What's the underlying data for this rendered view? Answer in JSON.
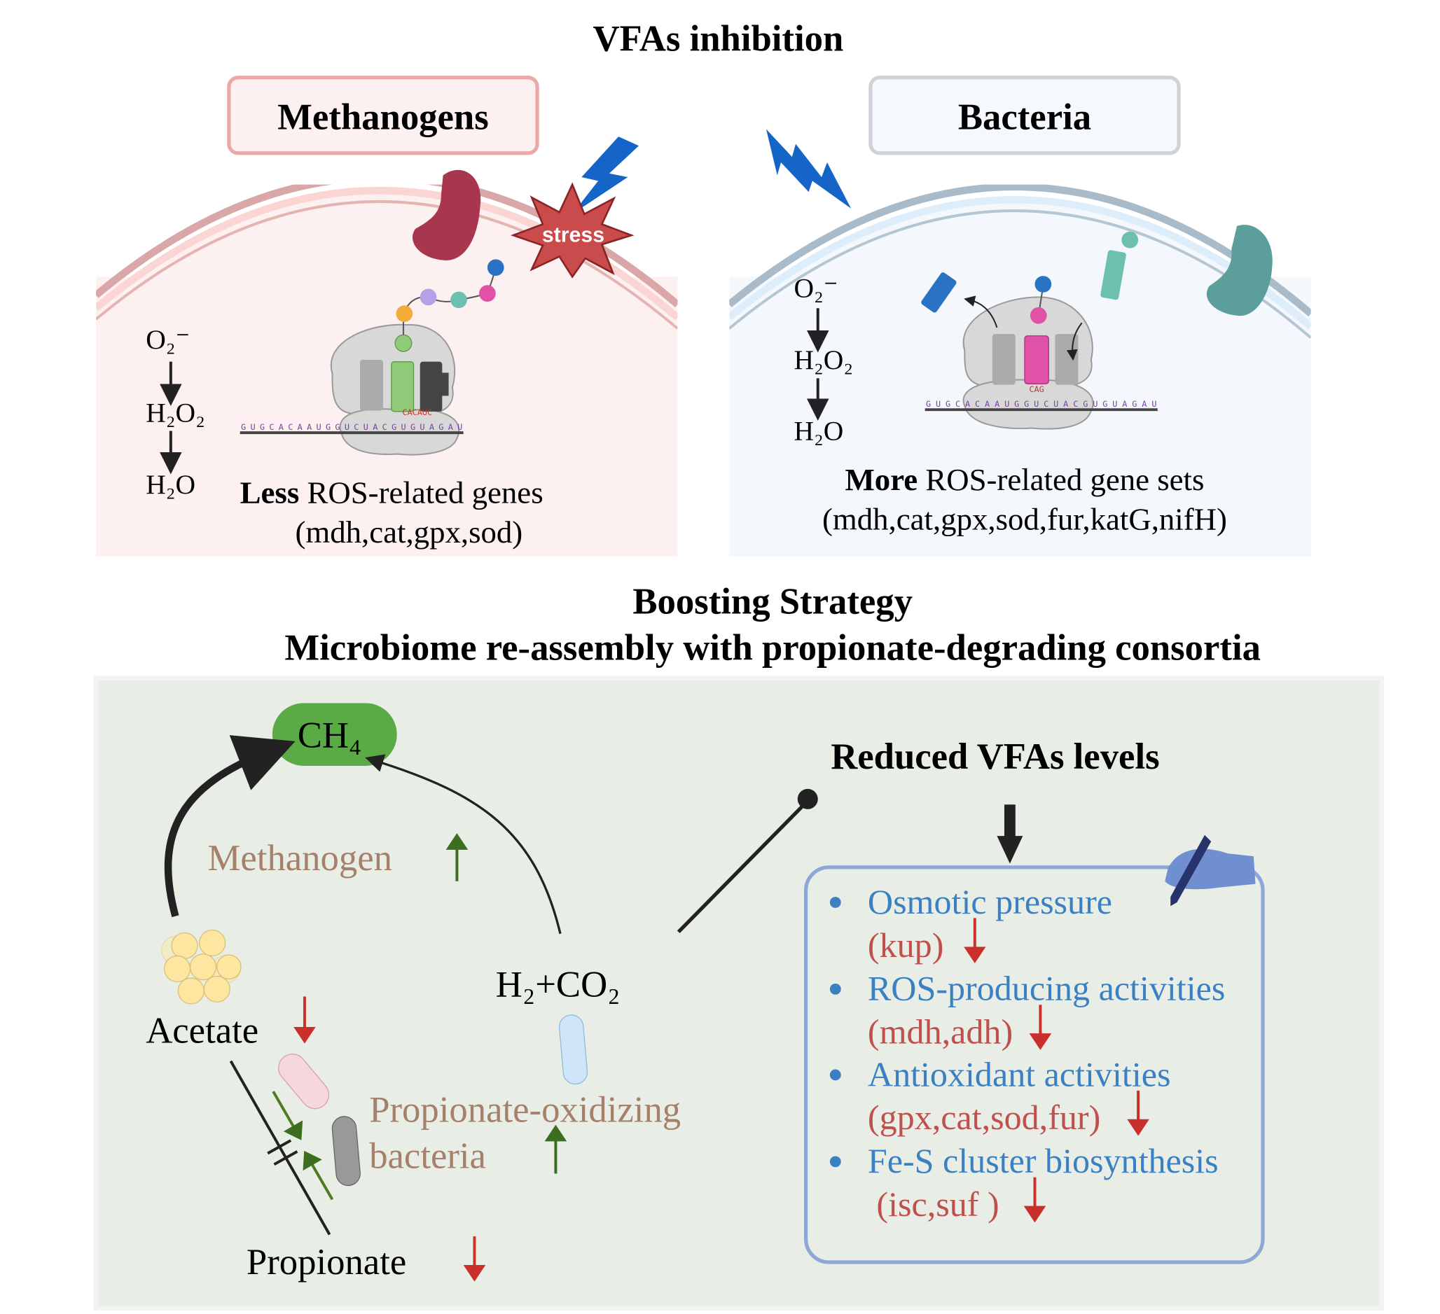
{
  "title": "VFAs inhibition",
  "methanogens": {
    "label": "Methanogens",
    "stress_label": "stress",
    "o2": "O₂⁻",
    "h2o2": "H₂O₂",
    "h2o": "H₂O",
    "genes_emph": "Less",
    "genes_text": " ROS-related genes",
    "gene_list": "(mdh,cat,gpx,sod)",
    "mrna": "GUGCACAAUGGUCUACGUGUAGAU",
    "codons": "CACAUC"
  },
  "bacteria": {
    "label": "Bacteria",
    "o2": "O₂⁻",
    "h2o2": "H₂O₂",
    "h2o": "H₂O",
    "genes_emph": "More",
    "genes_text": " ROS-related gene sets",
    "gene_list": "(mdh,cat,gpx,sod,fur,katG,nifH)",
    "mrna": "GUGCACAAUGGUCUACGUGUAGAU",
    "codons": "CAG"
  },
  "strategy": {
    "title": "Boosting Strategy",
    "subtitle": "Microbiome re-assembly with propionate-degrading consortia"
  },
  "pathway": {
    "ch4": "CH₄",
    "methanogen": "Methanogen",
    "acetate": "Acetate",
    "h2co2": "H₂+CO₂",
    "pob_line1": "Propionate-oxidizing",
    "pob_line2": "bacteria",
    "propionate": "Propionate"
  },
  "effects": {
    "title": "Reduced VFAs levels",
    "items": [
      {
        "label": "Osmotic pressure",
        "genes": "(kup)"
      },
      {
        "label": "ROS-producing activities",
        "genes": "(mdh,adh)"
      },
      {
        "label": "Antioxidant activities",
        "genes": "(gpx,cat,sod,fur)"
      },
      {
        "label": "Fe-S cluster biosynthesis",
        "genes": " (isc,suf )"
      }
    ]
  },
  "colors": {
    "increase_arrow": "#3d6e1f",
    "decrease_arrow": "#c9302c",
    "effect_text": "#3a80c3",
    "gene_text": "#c0504d",
    "organism_text": "#a5806a",
    "ch4_fill": "#5aab45",
    "lightning": "#1565c8"
  }
}
